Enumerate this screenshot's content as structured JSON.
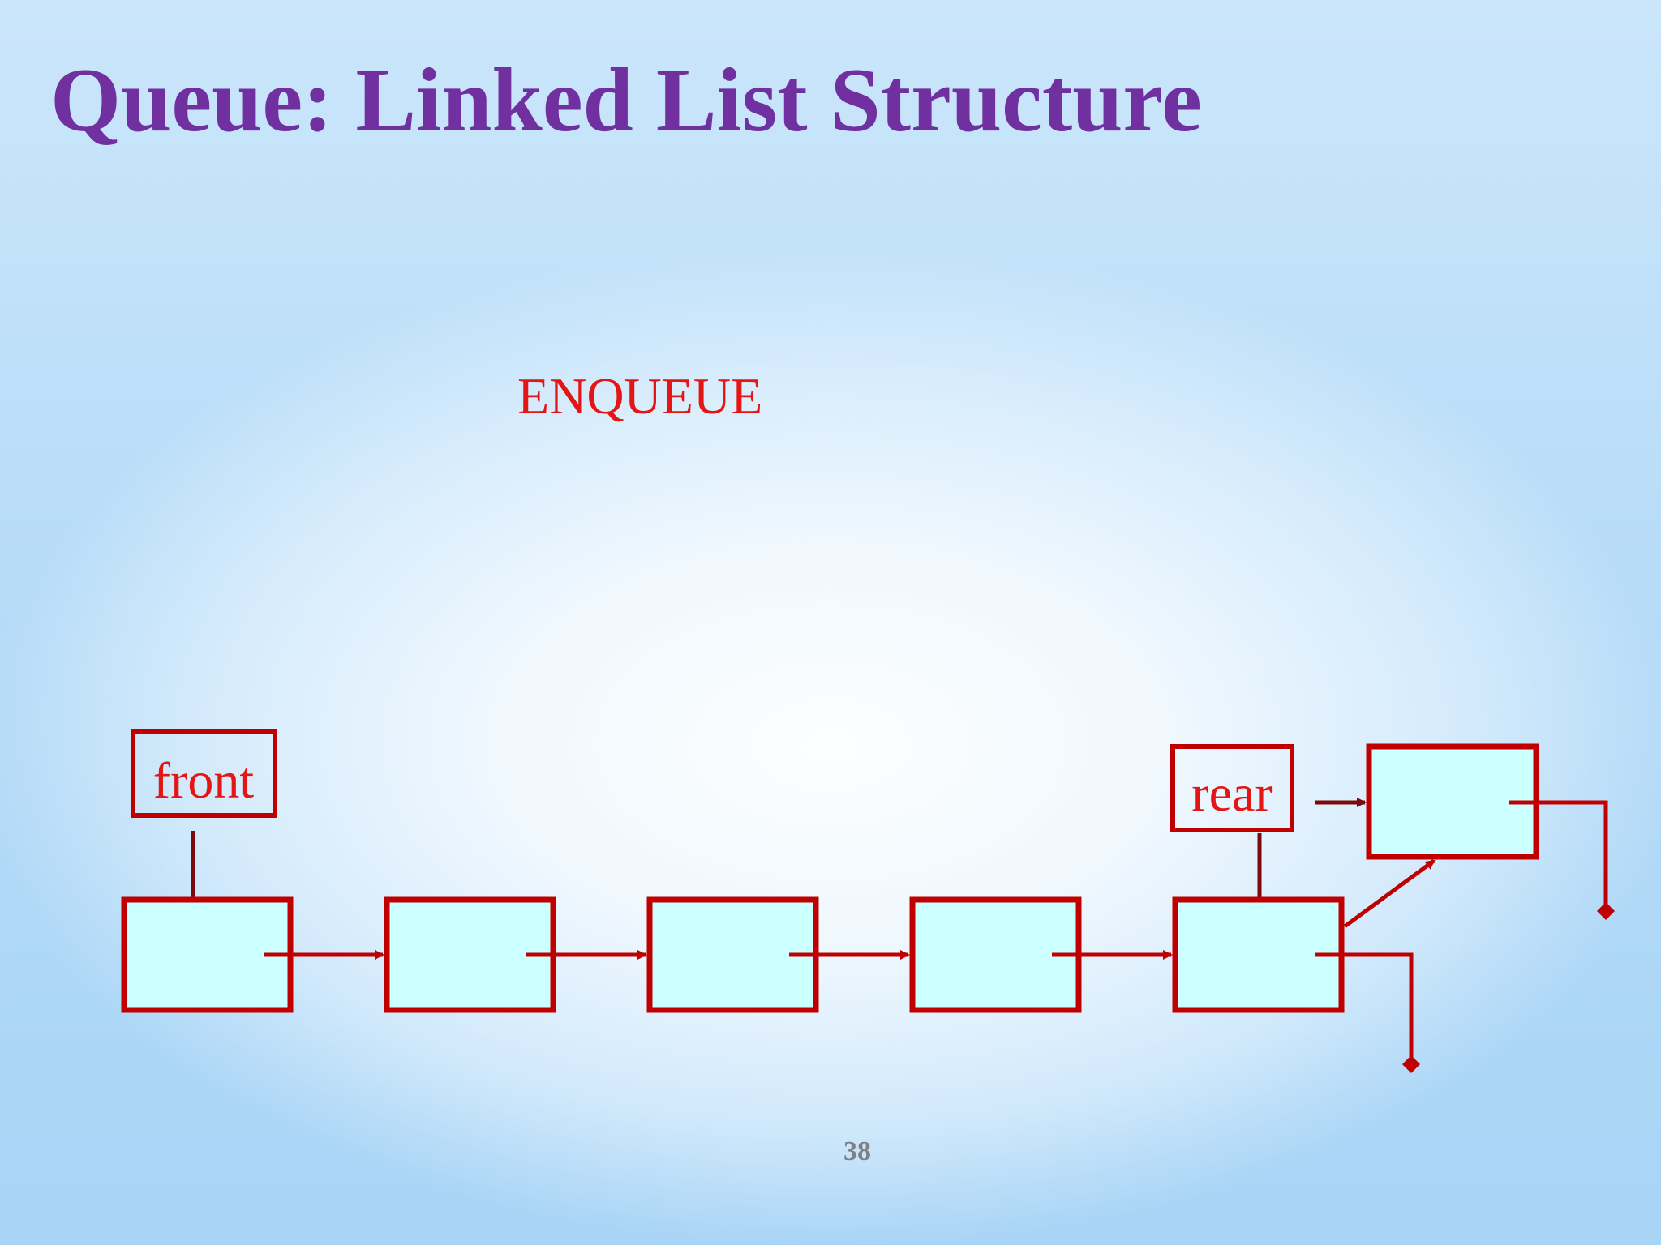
{
  "slide": {
    "title": "Queue: Linked List Structure",
    "operation_label": "ENQUEUE",
    "page_number": "38"
  },
  "pointers": {
    "front_label": "front",
    "rear_label": "rear"
  },
  "nodes": {
    "list_count": 5,
    "new_node_count": 1
  },
  "colors": {
    "title": "#7030a0",
    "label_text": "#e41515",
    "node_border": "#c00000",
    "node_fill": "#ccffff",
    "link": "#c00000",
    "pointer_arrow": "#7b0a0a",
    "page_number": "#808080"
  }
}
